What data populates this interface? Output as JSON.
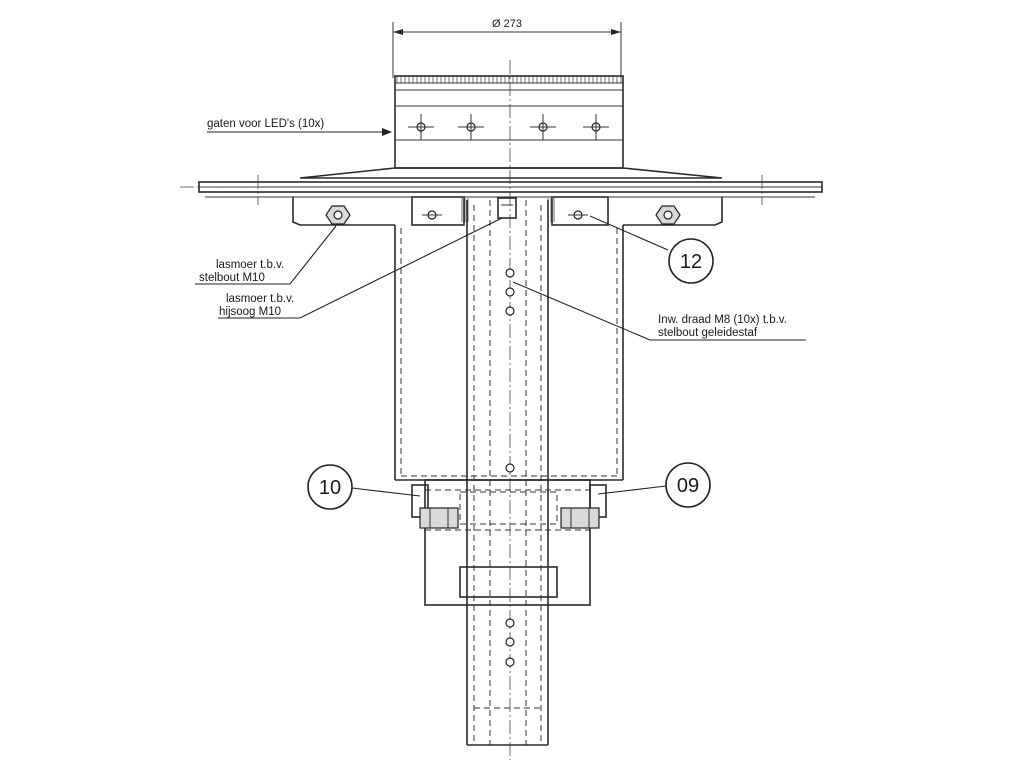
{
  "dimension": {
    "label": "Ø 273"
  },
  "annotations": {
    "led_holes": "gaten voor LED's (10x)",
    "weld_nut_adjust_line1": "lasmoer t.b.v.",
    "weld_nut_adjust_line2": "stelbout M10",
    "weld_nut_lift_line1": "lasmoer t.b.v.",
    "weld_nut_lift_line2": "hijsoog M10",
    "thread_line1": "Inw. draad M8 (10x) t.b.v.",
    "thread_line2": "stelbout geleidestaf"
  },
  "part_numbers": {
    "p12": "12",
    "p10": "10",
    "p09": "09"
  }
}
